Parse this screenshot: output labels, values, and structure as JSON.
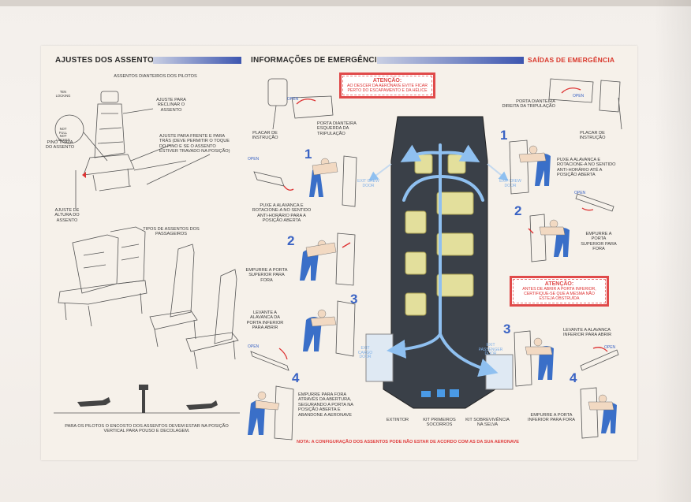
{
  "headers": {
    "seats": "AJUSTES DOS ASSENTOS",
    "emergency_info": "INFORMAÇÕES DE EMERGÊNCIA",
    "emergency_exits": "SAÍDAS DE EMERGÊNCIA"
  },
  "seats": {
    "pilot_seats_title": "ASSENTOS DIANTEIROS DOS PILOTOS",
    "recline_label": "AJUSTE PARA RECLINAR O ASSENTO",
    "fore_aft_label": "AJUSTE PARA FRENTE E PARA TRÁS (DEVE PERMITIR O TOQUE DO PINO E SE O ASSENTO ESTIVER TRAVADO NA POSIÇÃO)",
    "pin_label": "PINO TRAVA DO ASSENTO",
    "height_label": "AJUSTE DE ALTURA DO ASSENTO",
    "lock_top": "TEN LOCKING",
    "lock_mid": "NOT FULL NOT LOCKED",
    "passenger_seats_title": "TIPOS DE ASSENTOS DOS PASSAGEIROS",
    "footer_note": "PARA OS PILOTOS O ENCOSTO DOS ASSENTOS DEVEM ESTAR NA POSIÇÃO VERTICAL PARA POUSO E DECOLAGEM."
  },
  "left_door": {
    "placard_label": "PLACAR DE INSTRUÇÃO",
    "door_label": "PORTA DIANTEIRA ESQUERDA DA TRIPULAÇÃO",
    "open_label": "OPEN",
    "steps": [
      {
        "n": "1",
        "text": "PUXE A ALAVANCA E ROTACIONE-A NO SENTIDO ANTI-HORÁRIO PARA A POSIÇÃO ABERTA"
      },
      {
        "n": "2",
        "text": "EMPURRE A PORTA SUPERIOR PARA FORA"
      },
      {
        "n": "3",
        "text": "LEVANTE A ALAVANCA DA PORTA INFERIOR PARA ABRIR"
      },
      {
        "n": "4",
        "text": "EMPURRE PARA FORA ATRAVÉS DA ABERTURA, SEGURANDO A PORTA NA POSIÇÃO ABERTA E ABANDONE A AERONAVE"
      }
    ]
  },
  "right_door": {
    "door_label": "PORTA DIANTEIRA DIREITA DA TRIPULAÇÃO",
    "placard_label": "PLACAR DE INSTRUÇÃO",
    "open_label": "OPEN",
    "steps": [
      {
        "n": "1",
        "text": "PUXE A ALAVANCA E ROTACIONE-A NO SENTIDO ANTI-HORÁRIO ATÉ A POSIÇÃO ABERTA"
      },
      {
        "n": "2",
        "text": "EMPURRE A PORTA SUPERIOR PARA FORA"
      },
      {
        "n": "3",
        "text": "LEVANTE A ALAVANCA INFERIOR PARA ABRIR"
      },
      {
        "n": "4",
        "text": "EMPURRE A PORTA INFERIOR PARA FORA"
      }
    ]
  },
  "warnings": {
    "top_title": "ATENÇÃO:",
    "top_body": "AO DESCER DA AERONAVE EVITE FICAR PERTO DO ESCAPAMENTO E DA HÉLICE",
    "right_title": "ATENÇÃO:",
    "right_body": "ANTES DE ABRIR A PORTA INFERIOR, CERTIFIQUE-SE QUE A MESMA NÃO ESTEJA OBSTRUÍDA"
  },
  "cabin": {
    "exit_left_front": "EXIT CREW DOOR",
    "exit_right_front": "EXIT CREW DOOR",
    "exit_left_rear": "EXIT CARGO DOOR",
    "exit_right_rear": "EXIT PASSENGER DOOR"
  },
  "legend": {
    "extinguisher": "EXTINTOR",
    "first_aid": "KIT PRIMEIROS SOCORROS",
    "survival": "KIT SOBREVIVÊNCIA NA SELVA"
  },
  "bottom_note": "NOTA: A CONFIGURAÇÃO DOS ASSENTOS PODE NÃO ESTAR DE ACORDO COM AS DA SUA AERONAVE",
  "colors": {
    "accent_blue": "#3a63c4",
    "warning_red": "#e04a4a",
    "cabin_dark": "#3a4048",
    "arrow_blue": "#7fb3ea"
  }
}
